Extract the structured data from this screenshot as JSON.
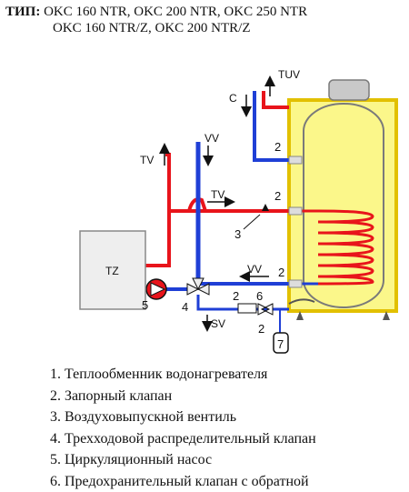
{
  "header": {
    "type_prefix": "ТИП:",
    "models_line1": "OKC 160 NTR,  OKC 200 NTR, OKC 250 NTR",
    "models_line2": "OKC 160 NTR/Z, OKC 200 NTR/Z"
  },
  "diagram": {
    "labels": {
      "tuv": "TUV",
      "c": "C",
      "vv_top": "VV",
      "tv_left": "TV",
      "tv_mid": "TV",
      "vv_right": "VV",
      "tz": "TZ",
      "sv": "SV"
    },
    "callouts": {
      "c2_top": "2",
      "c2_mid": "2",
      "c3": "3",
      "c2_right": "2",
      "c5": "5",
      "c4": "4",
      "c2_bottom": "2",
      "c6": "6",
      "c2_drain": "2",
      "c7": "7"
    },
    "colors": {
      "hot": "#e8141b",
      "cold": "#1f3fd6",
      "tank_fill": "#fbf78a",
      "tank_outline": "#e2c000",
      "coil": "#e8141b"
    }
  },
  "legend": [
    "1. Теплообменник водонагревателя",
    "2. Запорный клапан",
    "3. Воздуховыпускной вентиль",
    "4. Трехходовой распределительный клапан",
    "5. Циркуляционный насос",
    "6. Предохранительный клапан с обратной"
  ]
}
